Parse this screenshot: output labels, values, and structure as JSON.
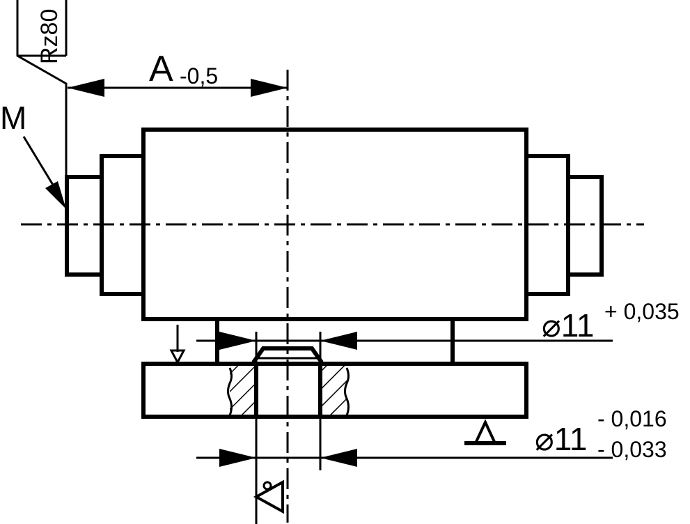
{
  "annotations": {
    "roughness": "Rz80",
    "surface_label": "M",
    "dimension_label": "A",
    "dimension_tolerance": "-0,5",
    "hole_dia": "⌀11",
    "hole_tol_upper": "+ 0,035",
    "pin_dia": "⌀11",
    "pin_tol_upper": "- 0,016",
    "pin_tol_lower": "- 0,033"
  }
}
